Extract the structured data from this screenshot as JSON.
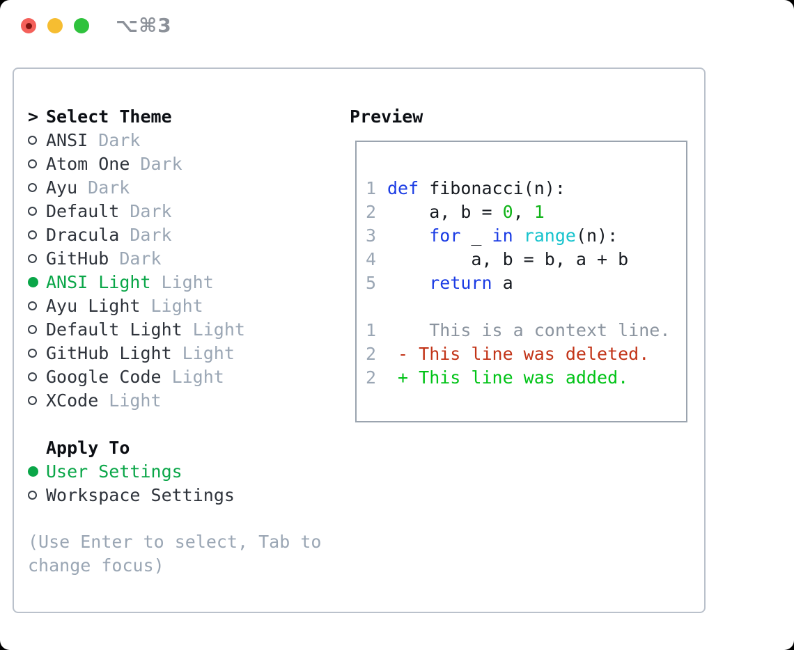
{
  "window": {
    "titlebar_shortcut": "⌥⌘3",
    "traffic_lights": [
      {
        "name": "close",
        "color": "#f4605a"
      },
      {
        "name": "minimize",
        "color": "#f6bd31"
      },
      {
        "name": "zoom",
        "color": "#2fc23d"
      }
    ]
  },
  "theme_panel": {
    "heading_marker": ">",
    "heading": "Select Theme",
    "themes": [
      {
        "name": "ANSI",
        "variant": "Dark",
        "selected": false
      },
      {
        "name": "Atom One",
        "variant": "Dark",
        "selected": false
      },
      {
        "name": "Ayu",
        "variant": "Dark",
        "selected": false
      },
      {
        "name": "Default",
        "variant": "Dark",
        "selected": false
      },
      {
        "name": "Dracula",
        "variant": "Dark",
        "selected": false
      },
      {
        "name": "GitHub",
        "variant": "Dark",
        "selected": false
      },
      {
        "name": "ANSI Light",
        "variant": "Light",
        "selected": true
      },
      {
        "name": "Ayu Light",
        "variant": "Light",
        "selected": false
      },
      {
        "name": "Default Light",
        "variant": "Light",
        "selected": false
      },
      {
        "name": "GitHub Light",
        "variant": "Light",
        "selected": false
      },
      {
        "name": "Google Code",
        "variant": "Light",
        "selected": false
      },
      {
        "name": "XCode",
        "variant": "Light",
        "selected": false
      }
    ],
    "apply_heading": "Apply To",
    "apply_options": [
      {
        "name": "User Settings",
        "selected": true
      },
      {
        "name": "Workspace Settings",
        "selected": false
      }
    ],
    "hint": "(Use Enter to select, Tab to change focus)"
  },
  "preview": {
    "heading": "Preview",
    "lines": [
      {
        "num": "1",
        "tokens": [
          {
            "t": "def",
            "c": "keyword"
          },
          {
            "t": " fibonacci(n):",
            "c": "plain"
          }
        ]
      },
      {
        "num": "2",
        "tokens": [
          {
            "t": "    a, b = ",
            "c": "plain"
          },
          {
            "t": "0",
            "c": "number"
          },
          {
            "t": ", ",
            "c": "plain"
          },
          {
            "t": "1",
            "c": "number"
          }
        ]
      },
      {
        "num": "3",
        "tokens": [
          {
            "t": "    ",
            "c": "plain"
          },
          {
            "t": "for",
            "c": "keyword"
          },
          {
            "t": " _ ",
            "c": "plain"
          },
          {
            "t": "in",
            "c": "keyword"
          },
          {
            "t": " ",
            "c": "plain"
          },
          {
            "t": "range",
            "c": "builtin"
          },
          {
            "t": "(n):",
            "c": "plain"
          }
        ]
      },
      {
        "num": "4",
        "tokens": [
          {
            "t": "        a, b = b, a + b",
            "c": "plain"
          }
        ]
      },
      {
        "num": "5",
        "tokens": [
          {
            "t": "    ",
            "c": "plain"
          },
          {
            "t": "return",
            "c": "keyword"
          },
          {
            "t": " a",
            "c": "plain"
          }
        ]
      },
      {
        "num": "",
        "tokens": []
      },
      {
        "num": "1",
        "tokens": [
          {
            "t": "    This is a context line.",
            "c": "context"
          }
        ]
      },
      {
        "num": "2",
        "tokens": [
          {
            "t": " - This line was deleted.",
            "c": "deleted"
          }
        ]
      },
      {
        "num": "2",
        "tokens": [
          {
            "t": " + This line was added.",
            "c": "added"
          }
        ]
      }
    ]
  },
  "colors": {
    "selection_green": "#0aa648",
    "keyword_blue": "#1b3ce4",
    "builtin_cyan": "#17c3cd",
    "number_green": "#0fb317",
    "diff_added_green": "#01c317",
    "diff_deleted_red": "#c23418",
    "muted_gray": "#9aa6b4",
    "text_dark": "#2e333b",
    "border_gray": "#bac1cb"
  }
}
